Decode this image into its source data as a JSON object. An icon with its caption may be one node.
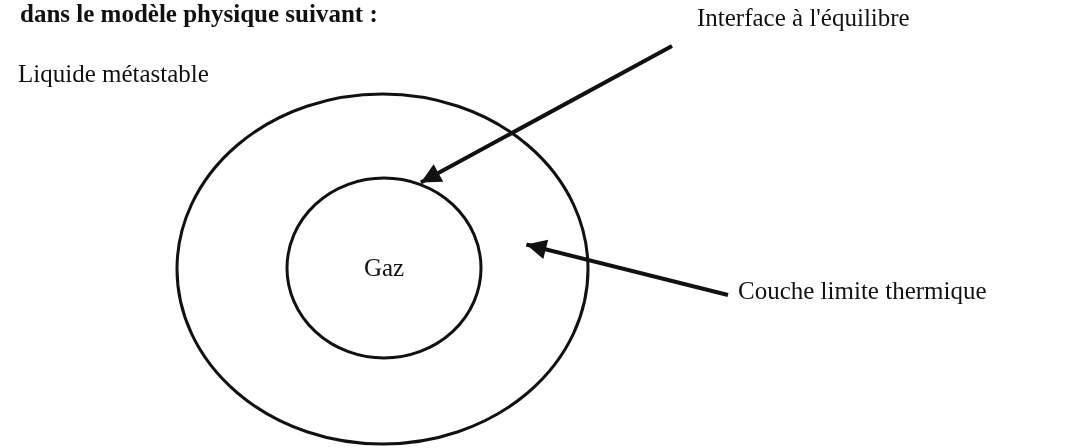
{
  "diagram": {
    "nodes": [
      {
        "text": [],
        "shape": "circle"
      },
      {
        "text": [
          "Gaz"
        ],
        "in": 0
      },
      {
        "text": [
          "Interface à l'équilibre"
        ]
      },
      {
        "text": [
          "Couche limite thermique"
        ]
      }
    ],
    "edges": [
      {
        "from": 2,
        "to": 1,
        "arrow": "to"
      },
      {
        "from": 3,
        "to": 0,
        "arrow": "to"
      }
    ],
    "labels": [
      "dans le modèle physique suivant :",
      "Liquide métastable"
    ]
  }
}
